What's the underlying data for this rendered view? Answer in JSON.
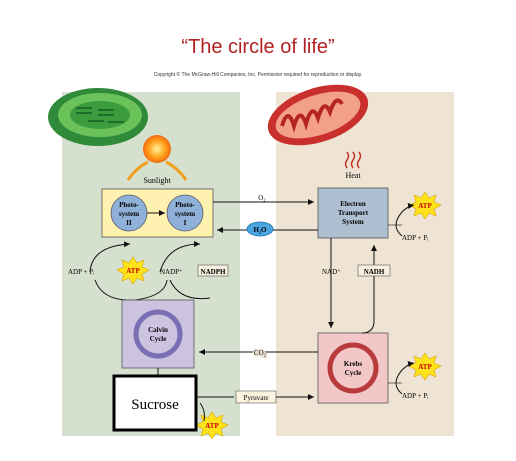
{
  "title": "“The circle of life”",
  "copyright": "Copyright © The McGraw-Hill Companies, Inc. Permission required for reproduction or display.",
  "labels": {
    "sunlight": "Sunlight",
    "heat": "Heat",
    "photosystem_ii": [
      "Photo-",
      "system",
      "II"
    ],
    "photosystem_i": [
      "Photo-",
      "system",
      "I"
    ],
    "etc": [
      "Electron",
      "Transport",
      "System"
    ],
    "calvin": [
      "Calvin",
      "Cycle"
    ],
    "krebs": [
      "Krebs",
      "Cycle"
    ],
    "sucrose": "Sucrose",
    "pyruvate": "Pyruvate",
    "o2": "O₂",
    "h2o": "H₂O",
    "co2": "CO₂",
    "atp": "ATP",
    "adp_pi": "ADP + Pᵢ",
    "nadp": "NADP⁺",
    "nadph": "NADPH",
    "nad": "NAD⁺",
    "nadh": "NADH"
  },
  "colors": {
    "chloroplast_panel": "#d5e1ce",
    "mitochondria_panel": "#efe4d4",
    "photosystem_box": "#fff2b0",
    "photosystem_circle": "#8fb0d8",
    "etc_box": "#aebfd1",
    "calvin_box": "#cbc3e0",
    "krebs_box": "#f3c7c7",
    "atp_star": "#ffe21a",
    "atp_text": "#c00000",
    "h2o_oval": "#4aa5e0",
    "title": "#b22222"
  }
}
